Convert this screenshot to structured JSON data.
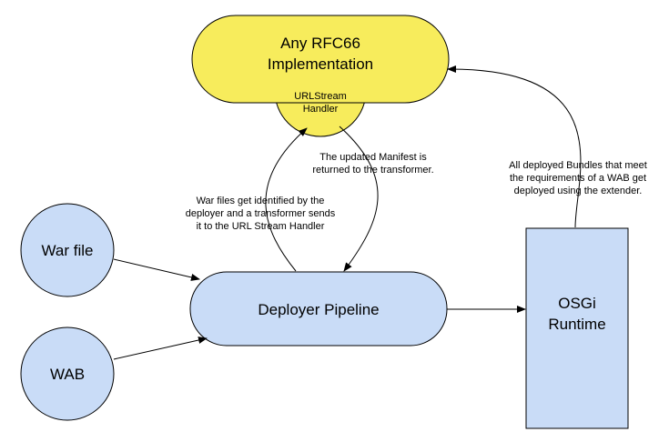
{
  "colors": {
    "yellow_fill": "#f7ec5c",
    "blue_fill": "#c9dcf7",
    "stroke": "#000000"
  },
  "nodes": {
    "rfc66": {
      "line1": "Any RFC66",
      "line2": "Implementation"
    },
    "url_handler": {
      "line1": "URLStream",
      "line2": "Handler"
    },
    "war_file": {
      "label": "War file"
    },
    "wab": {
      "label": "WAB"
    },
    "pipeline": {
      "label": "Deployer Pipeline"
    },
    "osgi": {
      "line1": "OSGi",
      "line2": "Runtime"
    }
  },
  "annotations": {
    "war_to_handler": [
      "War files get identified by the",
      "deployer and a transformer sends",
      "it to the URL Stream Handler"
    ],
    "manifest_return": [
      "The updated Manifest is",
      "returned to the transformer."
    ],
    "bundles_deploy": [
      "All deployed Bundles that meet",
      "the requirements of a WAB get",
      "deployed using the extender."
    ]
  }
}
